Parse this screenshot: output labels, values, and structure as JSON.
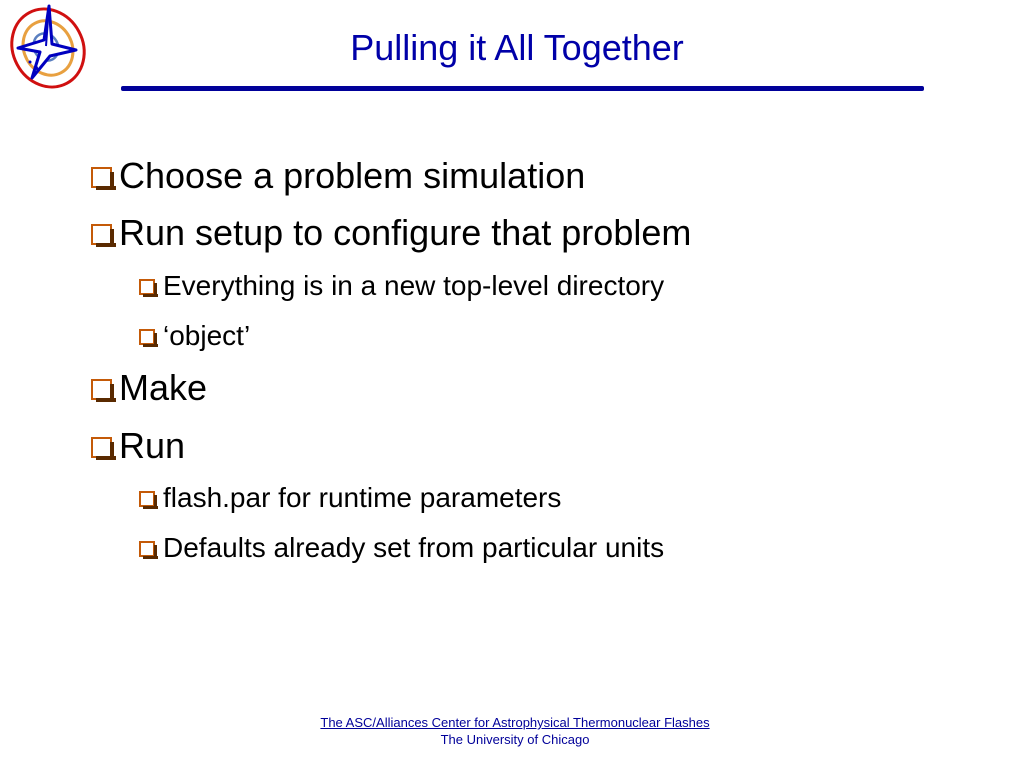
{
  "slide": {
    "title": "Pulling it All Together",
    "bullets": [
      {
        "level": 1,
        "text": "Choose a problem simulation"
      },
      {
        "level": 1,
        "text": "Run setup to configure that problem"
      },
      {
        "level": 2,
        "text": "Everything is in a new top-level directory"
      },
      {
        "level": 2,
        "text": "‘object’"
      },
      {
        "level": 1,
        "text": "Make"
      },
      {
        "level": 1,
        "text": "Run"
      },
      {
        "level": 2,
        "text": "flash.par for runtime parameters"
      },
      {
        "level": 2,
        "text": "Defaults already set from particular units"
      }
    ],
    "bullet_icon": "checkbox-square-icon",
    "logo_icon": "flash-center-star-logo",
    "footer": {
      "organization": "The ASC/Alliances Center for Astrophysical Thermonuclear Flashes",
      "university": "The University of Chicago"
    }
  },
  "colors": {
    "title": "#0000a8",
    "rule": "#000099",
    "bullet_box": "#c45a08",
    "bullet_shadow": "#5a2a00",
    "footer": "#000099",
    "logo_blue": "#0000c0",
    "logo_red": "#d01010",
    "logo_orange": "#e8a040"
  }
}
